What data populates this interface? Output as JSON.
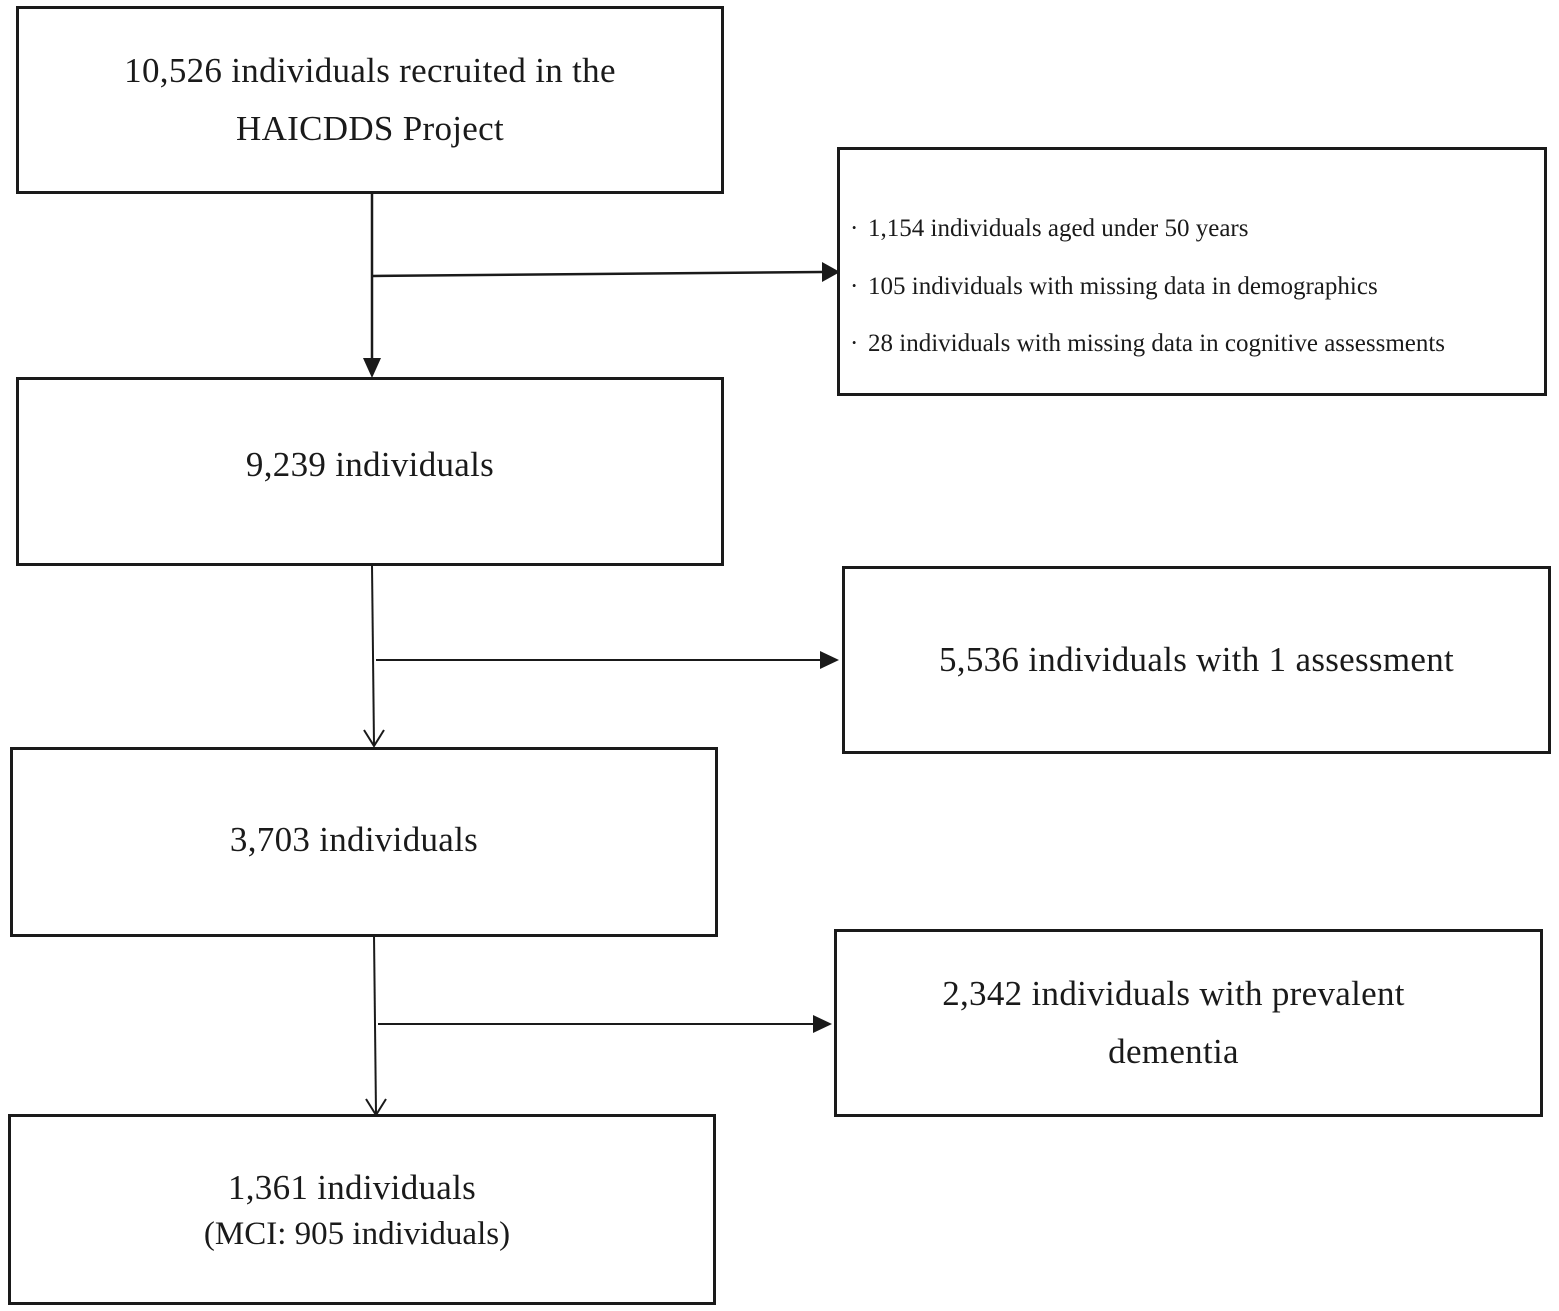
{
  "boxes": {
    "recruited": {
      "line1": "10,526 individuals recruited in the",
      "line2": "HAICDDS Project"
    },
    "after_exclusion": {
      "line1": "9,239 individuals"
    },
    "multiple_assessment": {
      "line1": "3,703 individuals"
    },
    "final": {
      "line1": "1,361 individuals",
      "line2": "(MCI: 905 individuals)"
    }
  },
  "exclusions": {
    "first": {
      "bullet": "·",
      "items": [
        "1,154 individuals aged under 50 years",
        "105 individuals with missing data in demographics",
        "28 individuals with missing data in cognitive assessments"
      ]
    },
    "second": {
      "line1": "5,536 individuals with 1 assessment"
    },
    "third": {
      "line1": "2,342 individuals with prevalent",
      "line2": "dementia"
    }
  }
}
